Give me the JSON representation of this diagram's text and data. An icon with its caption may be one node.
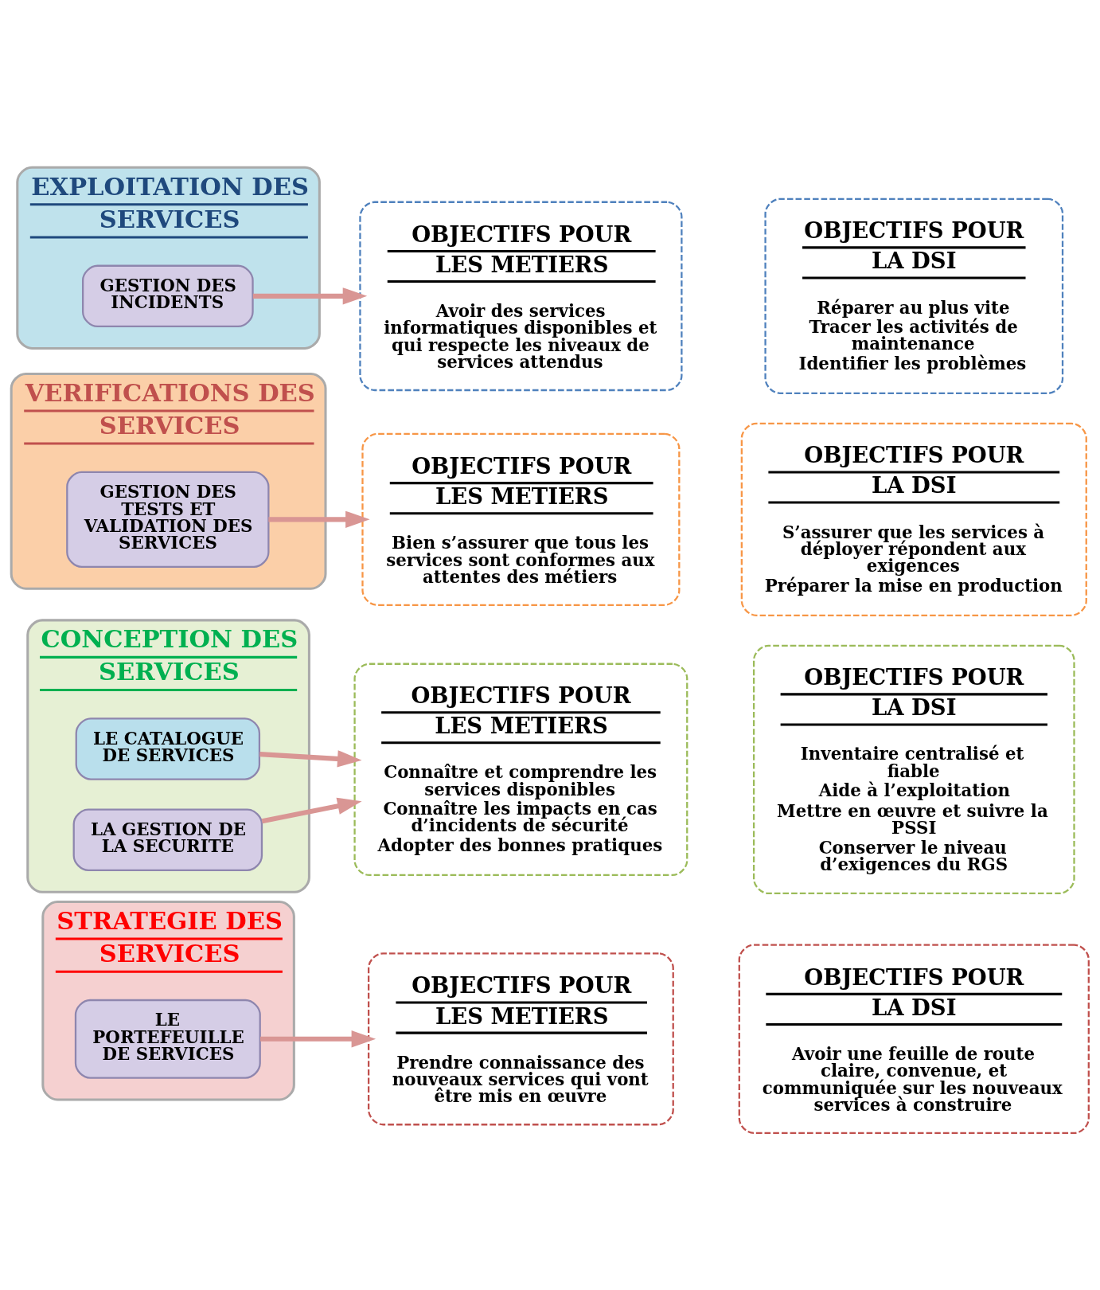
{
  "diagram": {
    "nodes": [
      {
        "text": [
          "STRATEGIE DES SERVICES"
        ]
      },
      {
        "text": [
          "LE PORTEFEUILLE DE SERVICES"
        ],
        "in": 0
      },
      {
        "text": [
          "OBJECTIFS POUR LES METIERS",
          "Prendre connaissance des nouveaux services qui vont être mis en œuvre"
        ]
      },
      {
        "text": [
          "OBJECTIFS POUR LA DSI",
          "Avoir une feuille de route claire, convenue, et communiquée sur les nouveaux services à construire"
        ]
      },
      {
        "text": [
          "CONCEPTION DES SERVICES"
        ]
      },
      {
        "text": [
          "LE CATALOGUE DE SERVICES"
        ],
        "in": 4
      },
      {
        "text": [
          "LA GESTION DE LA SECURITE"
        ],
        "in": 4
      },
      {
        "text": [
          "OBJECTIFS POUR LES METIERS",
          "Connaître et comprendre les services disponibles",
          "Connaître les impacts en cas d’incidents de sécurité",
          "Adopter des bonnes pratiques"
        ]
      },
      {
        "text": [
          "OBJECTIFS POUR LA DSI",
          "Inventaire centralisé et fiable",
          "Aide à l’exploitation",
          "Mettre en œuvre et suivre la PSSI",
          "Conserver le niveau d’exigences du RGS"
        ]
      },
      {
        "text": [
          "VERIFICATIONS DES SERVICES"
        ]
      },
      {
        "text": [
          "GESTION DES TESTS ET VALIDATION DES SERVICES"
        ],
        "in": 9
      },
      {
        "text": [
          "OBJECTIFS POUR LES METIERS",
          "Bien s’assurer que tous les services sont conformes aux attentes des métiers"
        ]
      },
      {
        "text": [
          "OBJECTIFS POUR LA DSI",
          "S’assurer que les services à déployer répondent aux exigences",
          "Préparer la mise en production"
        ]
      },
      {
        "text": [
          "EXPLOITATION DES SERVICES"
        ]
      },
      {
        "text": [
          "GESTION DES INCIDENTS"
        ],
        "in": 13
      },
      {
        "text": [
          "OBJECTIFS POUR LES METIERS",
          "Avoir des services informatiques disponibles et qui respecte les niveaux de services attendus"
        ]
      },
      {
        "text": [
          "OBJECTIFS POUR LA DSI",
          "Réparer au plus vite",
          "Tracer les activités de maintenance",
          "Identifier les problèmes"
        ]
      }
    ],
    "edges": [
      {
        "from": 1,
        "to": 2,
        "arrow": "to"
      },
      {
        "from": 5,
        "to": 7,
        "arrow": "to"
      },
      {
        "from": 6,
        "to": 7,
        "arrow": "to"
      },
      {
        "from": 10,
        "to": 11,
        "arrow": "to"
      },
      {
        "from": 14,
        "to": 15,
        "arrow": "to"
      }
    ]
  }
}
